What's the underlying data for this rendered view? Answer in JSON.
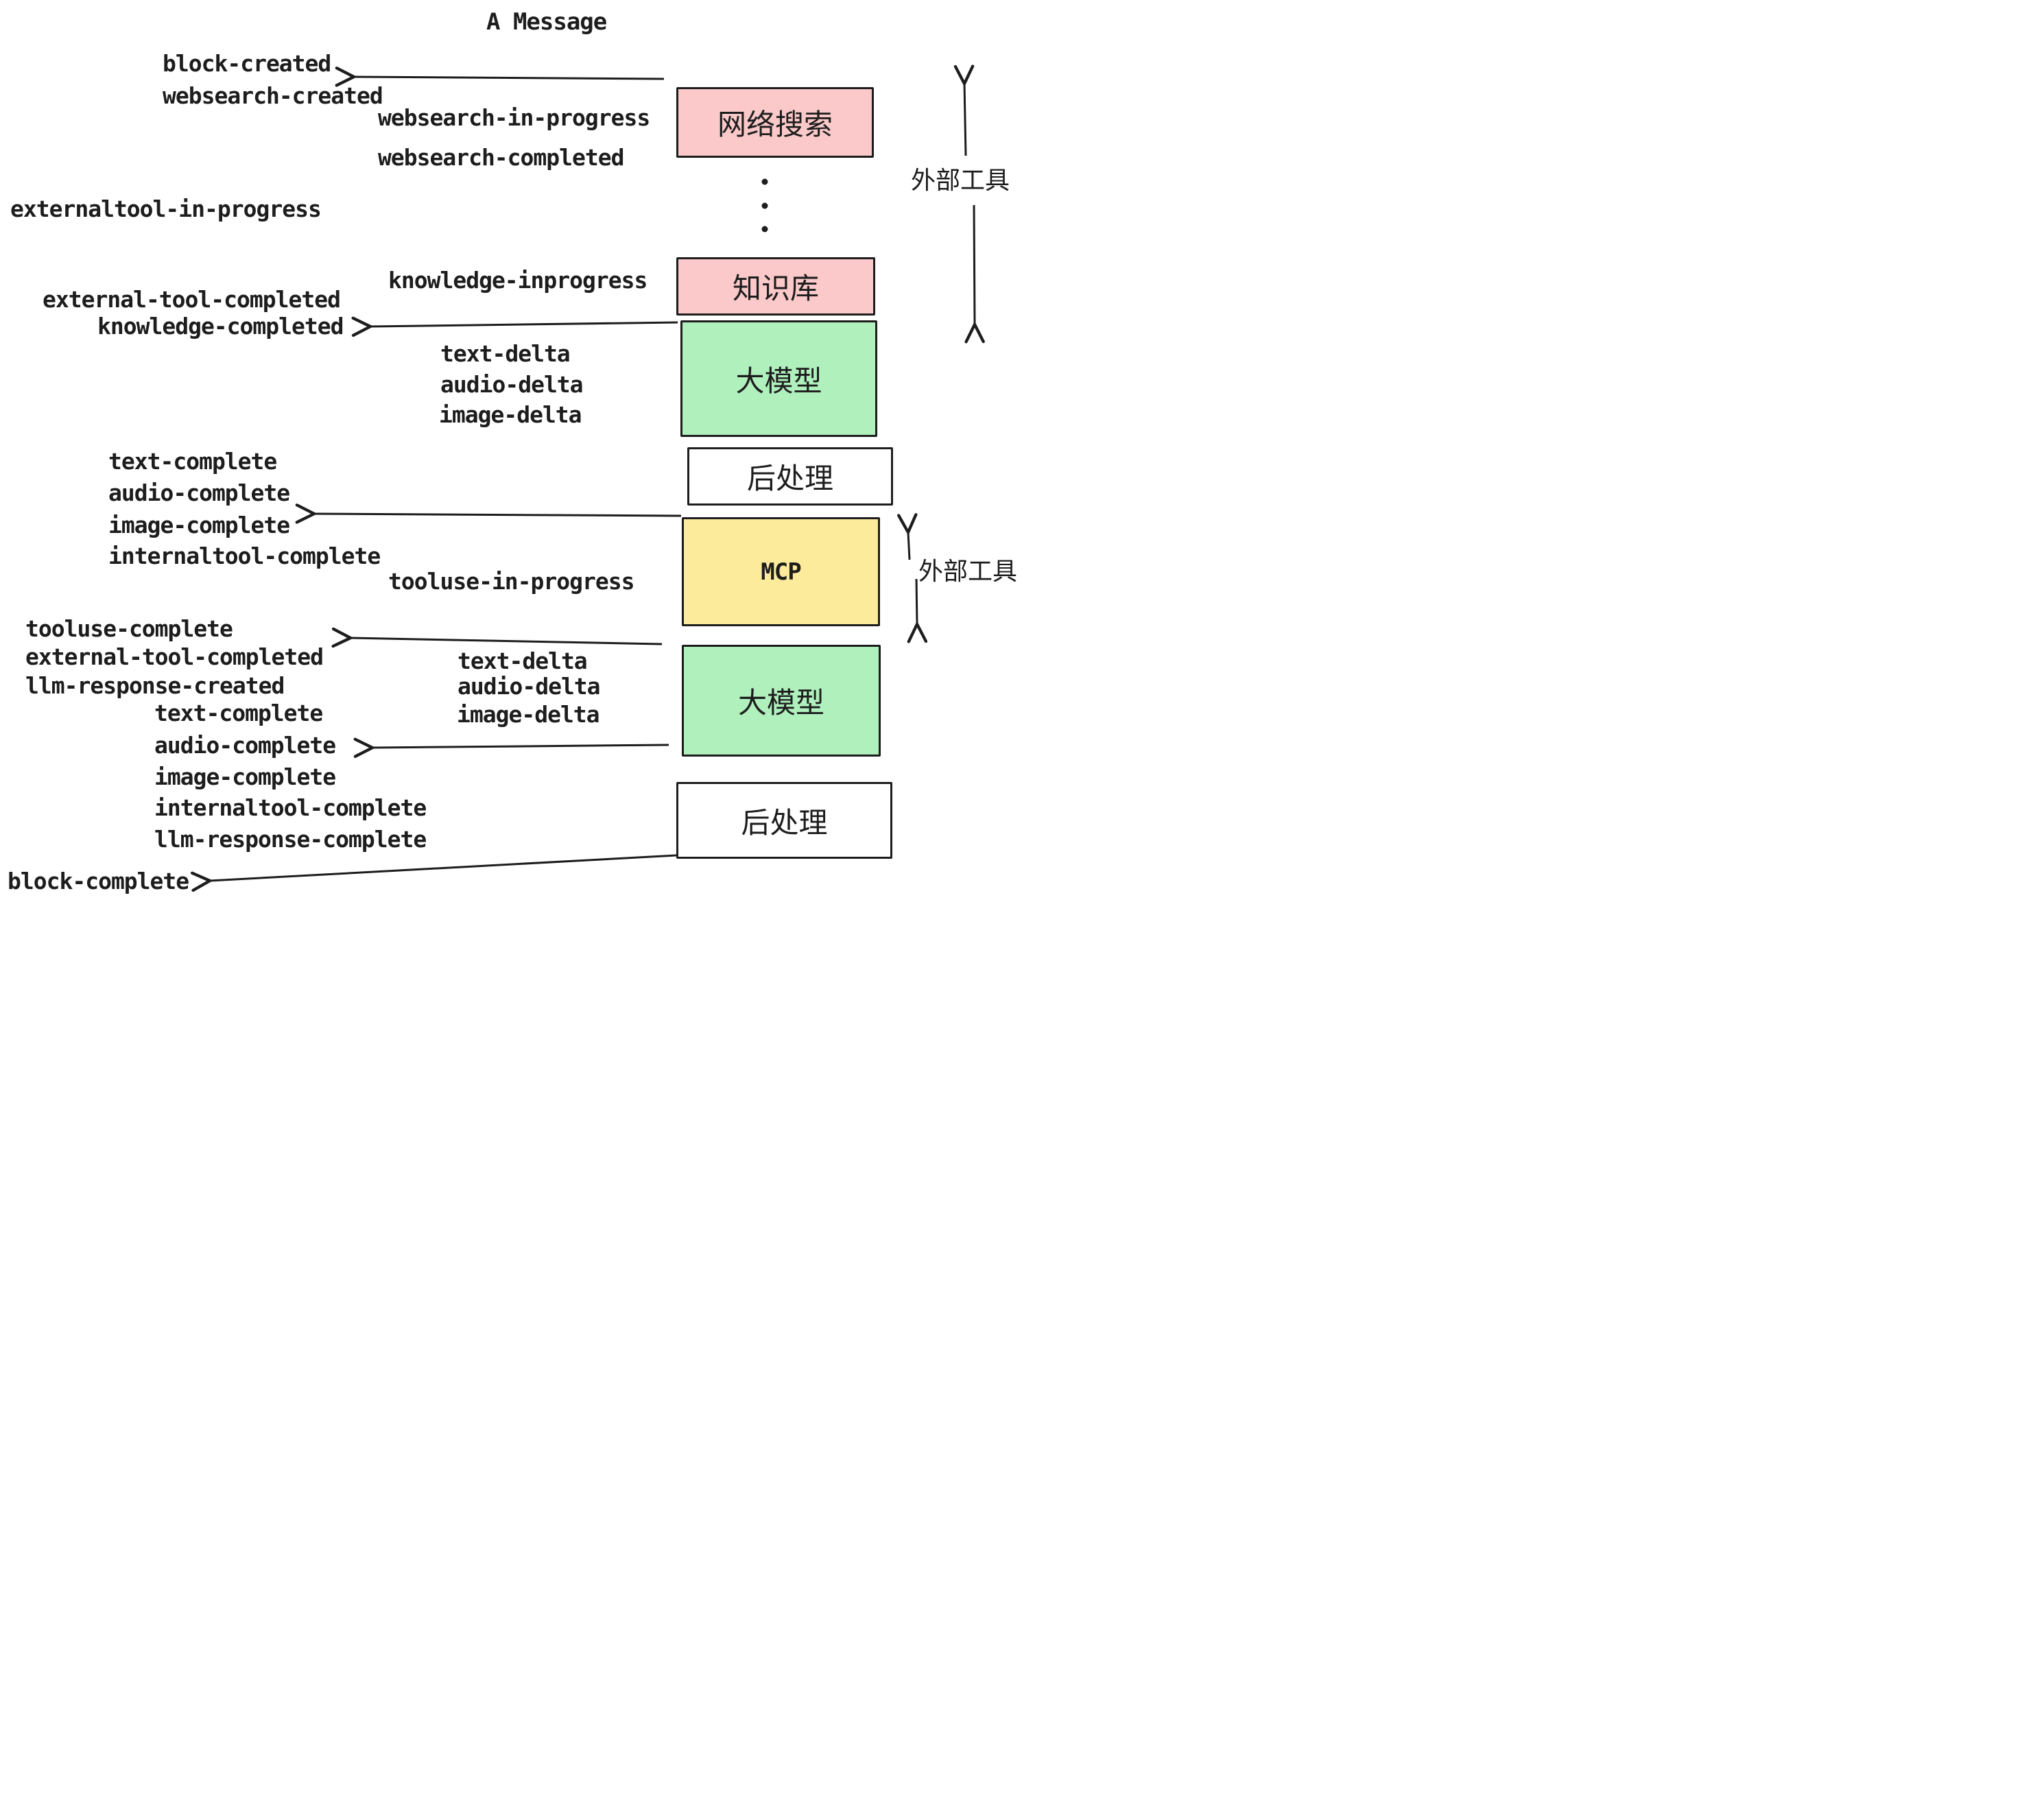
{
  "title": "A Message",
  "events": {
    "block_created": "block-created",
    "websearch_created": "websearch-created",
    "websearch_in_progress": "websearch-in-progress",
    "websearch_completed": "websearch-completed",
    "externaltool_in_progress": "externaltool-in-progress",
    "knowledge_inprogress": "knowledge-inprogress",
    "external_tool_completed_1": "external-tool-completed",
    "knowledge_completed": "knowledge-completed",
    "text_delta_1": "text-delta",
    "audio_delta_1": "audio-delta",
    "image_delta_1": "image-delta",
    "text_complete_1": "text-complete",
    "audio_complete_1": "audio-complete",
    "image_complete_1": "image-complete",
    "internaltool_complete_1": "internaltool-complete",
    "tooluse_in_progress": "tooluse-in-progress",
    "tooluse_complete": "tooluse-complete",
    "external_tool_completed_2": "external-tool-completed",
    "llm_response_created": "llm-response-created",
    "text_delta_2": "text-delta",
    "audio_delta_2": "audio-delta",
    "image_delta_2": "image-delta",
    "text_complete_2": "text-complete",
    "audio_complete_2": "audio-complete",
    "image_complete_2": "image-complete",
    "internaltool_complete_2": "internaltool-complete",
    "llm_response_complete": "llm-response-complete",
    "block_complete": "block-complete"
  },
  "boxes": {
    "websearch": {
      "label": "网络搜索",
      "color": "#fbc9c9"
    },
    "knowledge": {
      "label": "知识库",
      "color": "#fbc9c9"
    },
    "llm1": {
      "label": "大模型",
      "color": "#aff0bd"
    },
    "post1": {
      "label": "后处理",
      "color": "#ffffff"
    },
    "mcp": {
      "label": "MCP",
      "color": "#fdeb9c"
    },
    "llm2": {
      "label": "大模型",
      "color": "#aff0bd"
    },
    "post2": {
      "label": "后处理",
      "color": "#ffffff"
    }
  },
  "annotations": {
    "external_tools_1": "外部工具",
    "external_tools_2": "外部工具"
  },
  "colors": {
    "ink": "#1d1d1d",
    "pink": "#fbc9c9",
    "green": "#aff0bd",
    "yellow": "#fdeb9c",
    "white": "#ffffff"
  }
}
